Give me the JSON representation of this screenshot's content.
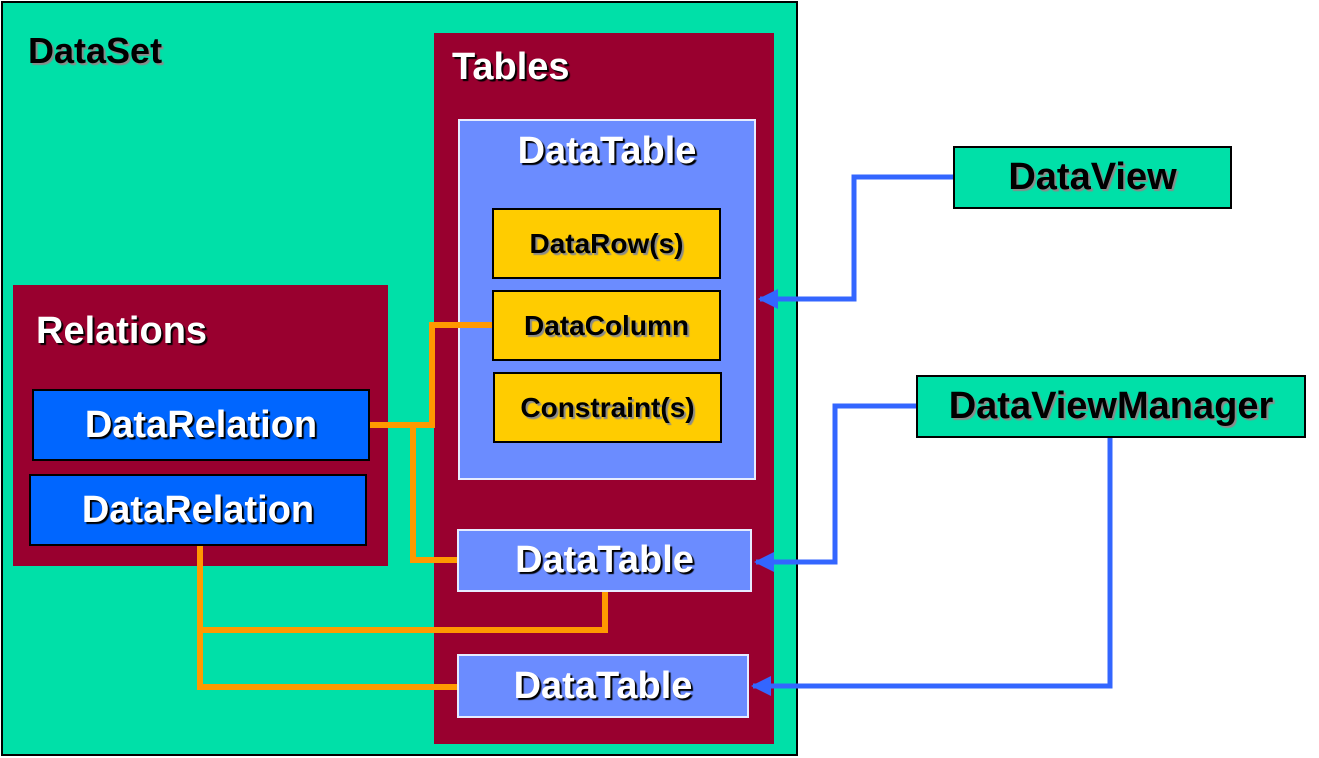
{
  "dataset": {
    "title": "DataSet"
  },
  "tables": {
    "title": "Tables",
    "main_datatable": {
      "title": "DataTable",
      "items": [
        "DataRow(s)",
        "DataColumn",
        "Constraint(s)"
      ]
    },
    "datatable_2": "DataTable",
    "datatable_3": "DataTable"
  },
  "relations": {
    "title": "Relations",
    "items": [
      "DataRelation",
      "DataRelation"
    ]
  },
  "external": {
    "dataview": "DataView",
    "dataviewmanager": "DataViewManager"
  },
  "colors": {
    "dataset_bg": "#00e0a8",
    "container_bg": "#99002f",
    "datatable_bg": "#6b8cff",
    "item_bg": "#ffcc00",
    "relation_bg": "#0066ff",
    "relation_connector": "#ff9900",
    "view_connector": "#3366ff"
  }
}
